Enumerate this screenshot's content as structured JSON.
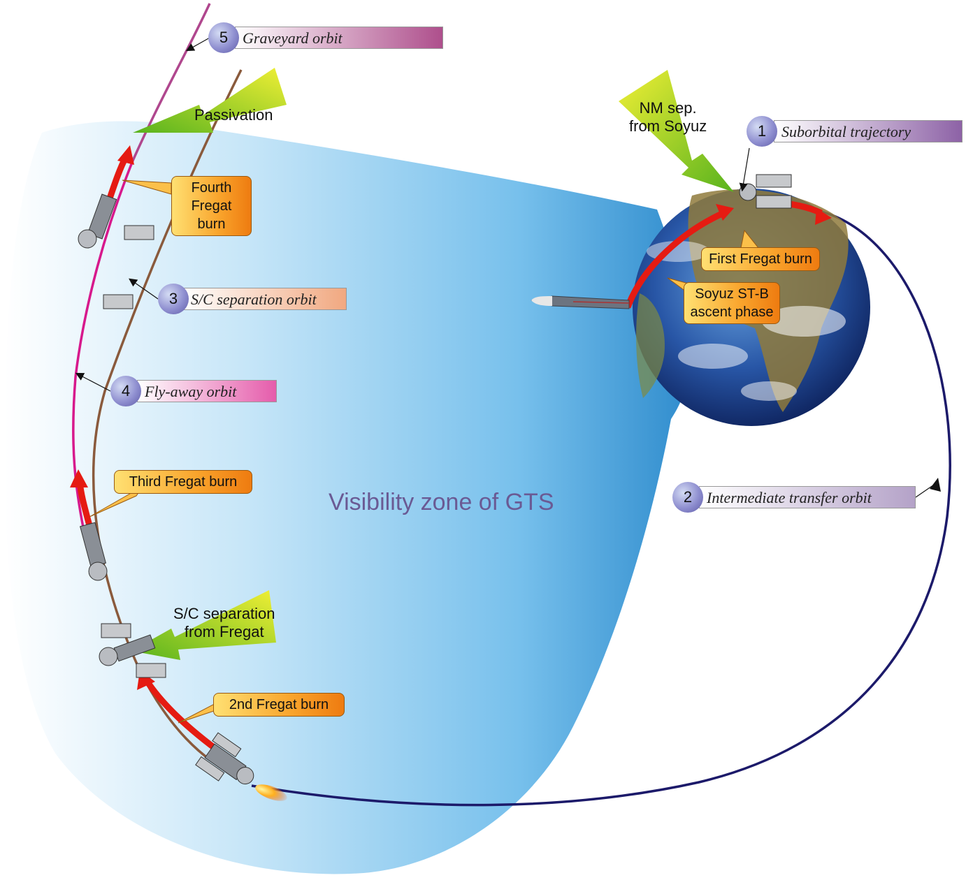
{
  "zone_label": "Visibility zone of GTS",
  "orbits": [
    {
      "number": "1",
      "label": "Suborbital trajectory",
      "color": "#8d62a6"
    },
    {
      "number": "2",
      "label": "Intermediate transfer orbit",
      "color": "#b4a2c8"
    },
    {
      "number": "3",
      "label": "S/C separation orbit",
      "color": "#f1a880"
    },
    {
      "number": "4",
      "label": "Fly-away orbit",
      "color": "#e55cab"
    },
    {
      "number": "5",
      "label": "Graveyard orbit",
      "color": "#ae4f8c"
    }
  ],
  "events": {
    "passivation": "Passivation",
    "nm_separation": "NM sep.\nfrom Soyuz",
    "sc_separation": "S/C separation\nfrom Fregat"
  },
  "callouts": {
    "fourth_burn": "Fourth\nFregat burn",
    "third_burn": "Third Fregat burn",
    "second_burn": "2nd Fregat burn",
    "first_burn": "First Fregat burn",
    "ascent": "Soyuz ST-B\nascent phase"
  },
  "colors": {
    "zone_edge": "#3d8fd0",
    "transfer_orbit": "#1c1a6a",
    "burn_arc": "#e51b12",
    "separation_orbit": "#8a5a3c",
    "flyaway_orbit": "#d7198c",
    "graveyard_orbit": "#b0478e"
  }
}
